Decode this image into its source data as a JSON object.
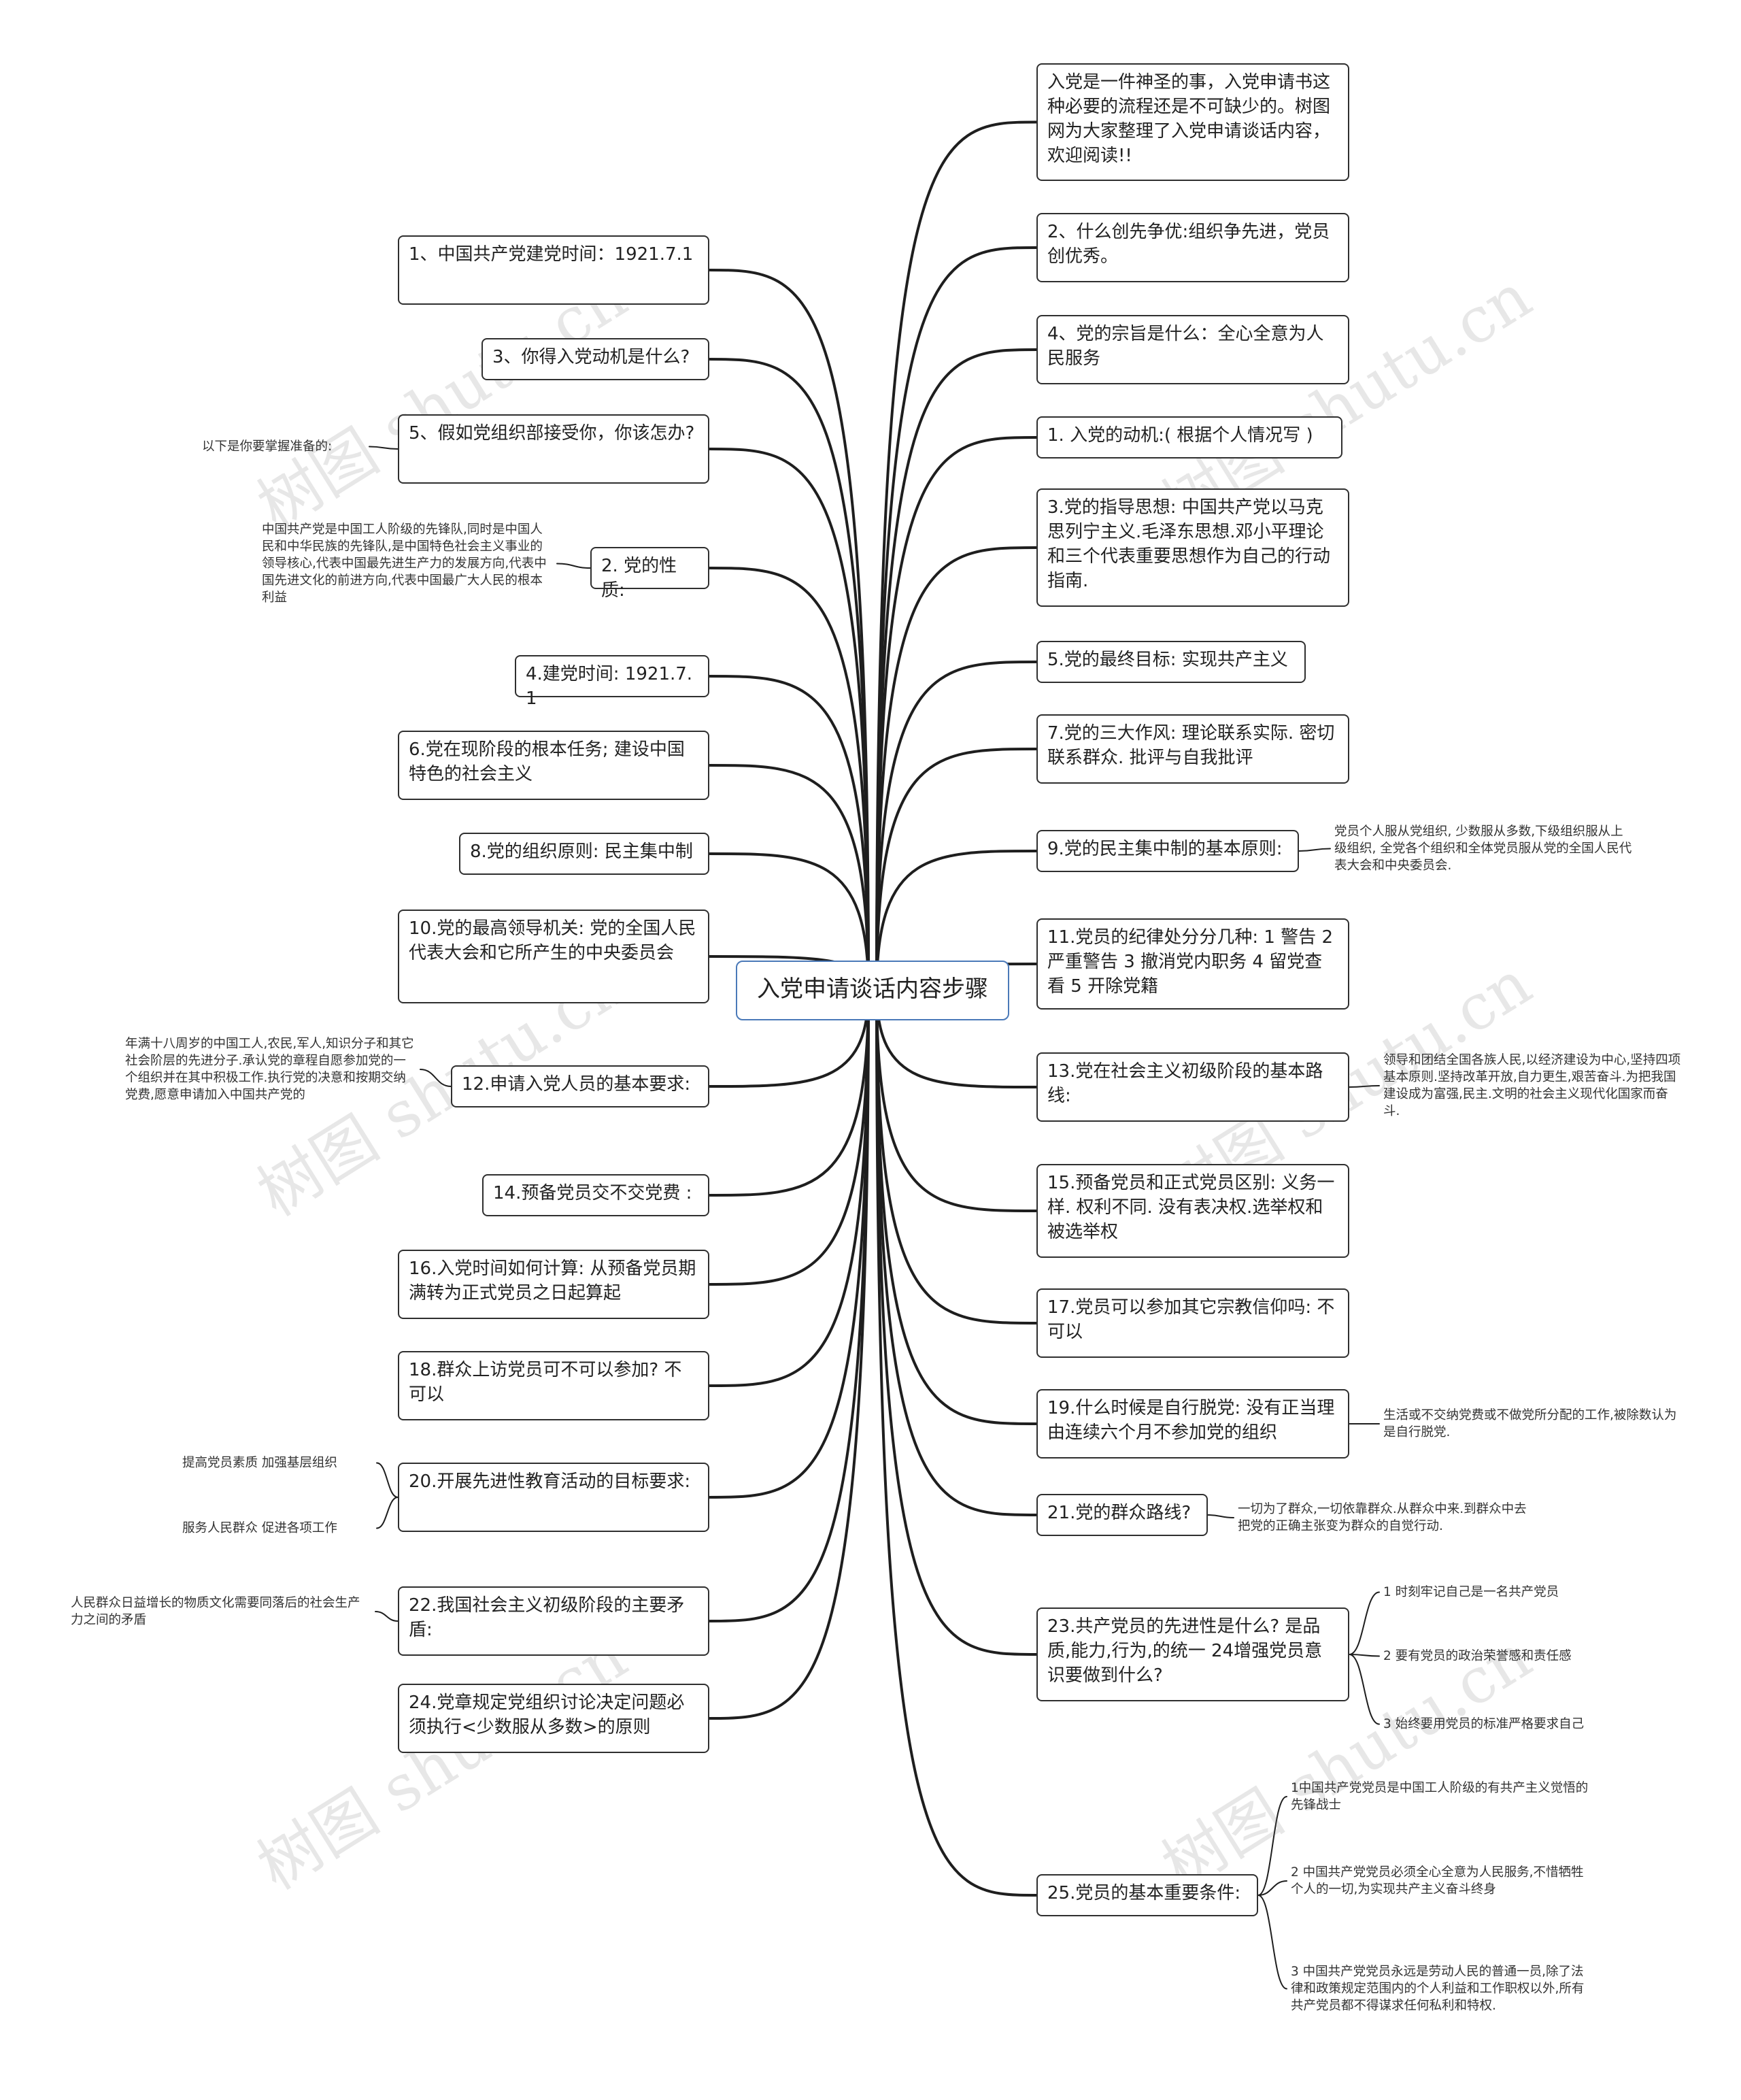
{
  "root": "入党申请谈话内容步骤",
  "watermark": "树图 shutu.cn",
  "right": [
    "入党是一件神圣的事，入党申请书这种必要的流程还是不可缺少的。树图网为大家整理了入党申请谈话内容，欢迎阅读!!",
    "2、什么创先争优:组织争先进，党员创优秀。",
    "4、党的宗旨是什么：全心全意为人民服务",
    "1. 入党的动机:( 根据个人情况写 )",
    "3.党的指导思想: 中国共产党以马克思列宁主义.毛泽东思想.邓小平理论和三个代表重要思想作为自己的行动指南.",
    "5.党的最终目标: 实现共产主义",
    "7.党的三大作风: 理论联系实际. 密切联系群众. 批评与自我批评",
    "9.党的民主集中制的基本原则:",
    "11.党员的纪律处分分几种: 1 警告 2 严重警告 3 撤消党内职务 4 留党查看 5 开除党籍",
    "13.党在社会主义初级阶段的基本路线:",
    "15.预备党员和正式党员区别: 义务一样. 权利不同. 没有表决权.选举权和被选举权",
    "17.党员可以参加其它宗教信仰吗: 不可以",
    "19.什么时候是自行脱党: 没有正当理由连续六个月不参加党的组织",
    "21.党的群众路线?",
    "23.共产党员的先进性是什么? 是品质,能力,行为,的统一 24增强党员意识要做到什么?",
    "25.党员的基本重要条件:"
  ],
  "left": [
    "1、中国共产党建党时间：1921.7.1",
    "3、你得入党动机是什么?",
    "5、假如党组织部接受你，你该怎办?",
    "2. 党的性质:",
    "4.建党时间: 1921.7.1",
    "6.党在现阶段的根本任务; 建设中国特色的社会主义",
    "8.党的组织原则: 民主集中制",
    "10.党的最高领导机关: 党的全国人民代表大会和它所产生的中央委员会",
    "12.申请入党人员的基本要求:",
    "14.预备党员交不交党费 :",
    "16.入党时间如何计算: 从预备党员期满转为正式党员之日起算起",
    "18.群众上访党员可不可以参加? 不可以",
    "20.开展先进性教育活动的目标要求:",
    "22.我国社会主义初级阶段的主要矛盾:",
    "24.党章规定党组织讨论决定问题必须执行<少数服从多数>的原则"
  ],
  "notes_left": {
    "l5": "以下是你要掌握准备的:",
    "l2": "中国共产党是中国工人阶级的先锋队,同时是中国人民和中华民族的先锋队,是中国特色社会主义事业的领导核心,代表中国最先进生产力的发展方向,代表中国先进文化的前进方向,代表中国最广大人民的根本利益",
    "l12": "年满十八周岁的中国工人,农民,军人,知识分子和其它社会阶层的先进分子.承认党的章程自愿参加党的一个组织并在其中积极工作.执行党的决意和按期交纳党费,愿意申请加入中国共产党的",
    "l20a": "提高党员素质 加强基层组织",
    "l20b": "服务人民群众 促进各项工作",
    "l22": "人民群众日益增长的物质文化需要同落后的社会生产力之间的矛盾"
  },
  "notes_right": {
    "r9": "党员个人服从党组织, 少数服从多数,下级组织服从上级组织, 全党各个组织和全体党员服从党的全国人民代表大会和中央委员会.",
    "r13": "领导和团结全国各族人民,以经济建设为中心,坚持四项基本原则.坚持改革开放,自力更生,艰苦奋斗.为把我国建设成为富强,民主.文明的社会主义现代化国家而奋斗.",
    "r19": "生活或不交纳党费或不做党所分配的工作,被除数认为是自行脱党.",
    "r21": "一切为了群众,一切依靠群众.从群众中来.到群众中去 把党的正确主张变为群众的自觉行动.",
    "r23a": "1 时刻牢记自己是一名共产党员",
    "r23b": "2 要有党员的政治荣誉感和责任感",
    "r23c": "3 始终要用党员的标准严格要求自己",
    "r25a": "1中国共产党党员是中国工人阶级的有共产主义觉悟的先锋战士",
    "r25b": "2 中国共产党党员必须全心全意为人民服务,不惜牺牲个人的一切,为实现共产主义奋斗终身",
    "r25c": "3 中国共产党党员永远是劳动人民的普通一员,除了法律和政策规定范围内的个人利益和工作职权以外,所有共产党员都不得谋求任何私利和特权."
  }
}
